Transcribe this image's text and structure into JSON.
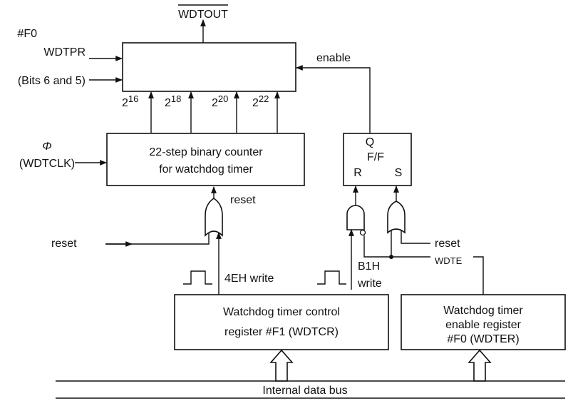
{
  "diagram": {
    "output_signal": "WDTOUT",
    "prescaler_inputs": {
      "register": "#F0",
      "name": "WDTPR",
      "bits": "(Bits 6 and 5)"
    },
    "enable_label": "enable",
    "taps": [
      {
        "base": "2",
        "exp": "16"
      },
      {
        "base": "2",
        "exp": "18"
      },
      {
        "base": "2",
        "exp": "20"
      },
      {
        "base": "2",
        "exp": "22"
      }
    ],
    "clock_input": {
      "symbol": "Φ",
      "name": "(WDTCLK)"
    },
    "counter": {
      "line1": "22-step binary counter",
      "line2": "for watchdog timer"
    },
    "flipflop": {
      "q": "Q",
      "name": "F/F",
      "r": "R",
      "s": "S"
    },
    "counter_reset_label": "reset",
    "external_reset_label": "reset",
    "ff_reset_label": "reset",
    "wdte_label": "WDTE",
    "write_4eh": "4EH write",
    "write_b1h_line1": "B1H",
    "write_b1h_line2": "write",
    "control_register": {
      "line1": "Watchdog timer control",
      "line2": "register #F1 (WDTCR)"
    },
    "enable_register": {
      "line1": "Watchdog timer",
      "line2": "enable register",
      "line3": "#F0 (WDTER)"
    },
    "bus_label": "Internal data bus"
  }
}
